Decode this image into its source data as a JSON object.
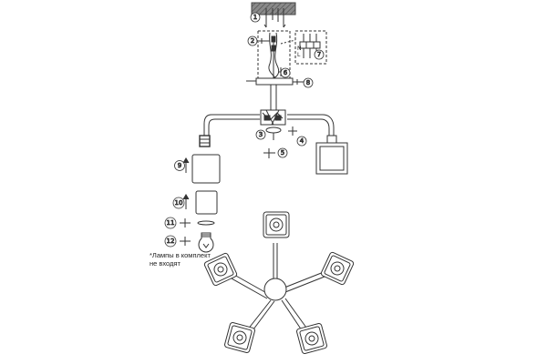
{
  "steps": [
    "1",
    "2",
    "3",
    "4",
    "5",
    "6",
    "7",
    "8",
    "9",
    "10",
    "11",
    "12"
  ],
  "wire_labels": [
    "N",
    "L"
  ],
  "note": "*Лампы в комплект\nне входят",
  "colors": {
    "line": "#333333",
    "ceiling": "#6b6b6b",
    "fill": "#ffffff"
  }
}
